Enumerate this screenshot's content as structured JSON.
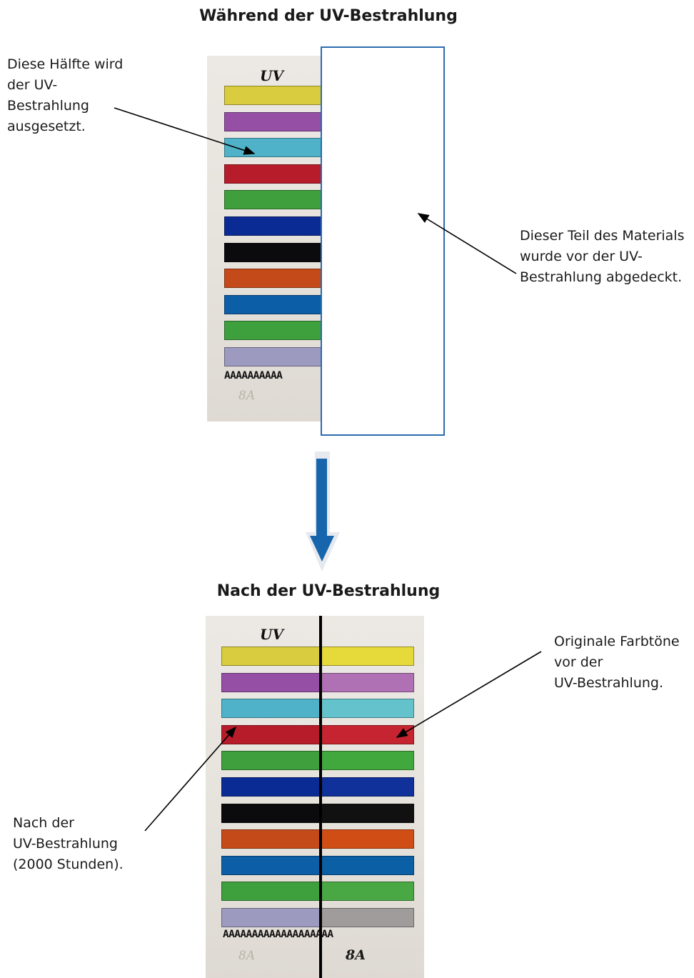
{
  "titles": {
    "top": "Während der UV-Bestrahlung",
    "bottom": "Nach der UV-Bestrahlung"
  },
  "labels": {
    "exposed_half": "Diese Hälfte wird\nder UV-\nBestrahlung\nausgesetzt.",
    "covered_part": "Dieser Teil des Materials\nwurde vor der UV-\nBestrahlung abgedeckt.",
    "original_tones": "Originale Farbtöne\nvor der\nUV-Bestrahlung.",
    "after_exposure": "Nach der\nUV-Bestrahlung\n(2000 Stunden)."
  },
  "sample": {
    "uv_mark": "UV",
    "letter_line_top": "AAAAAAAAAA",
    "letter_line_bottom": "AAAAAAAAAAAAAAAAAAA",
    "code_faded": "8A",
    "code_bold": "8A"
  },
  "swatches": [
    {
      "name": "yellow",
      "exposed": "#d9cc3e",
      "original": "#e6d93a"
    },
    {
      "name": "purple",
      "exposed": "#9550a6",
      "original": "#b070b4"
    },
    {
      "name": "cyan",
      "exposed": "#4fb2c8",
      "original": "#63c2cc"
    },
    {
      "name": "red",
      "exposed": "#b71c2a",
      "original": "#c52430"
    },
    {
      "name": "green",
      "exposed": "#3f9f3c",
      "original": "#41a83d"
    },
    {
      "name": "dark-blue",
      "exposed": "#0b2b94",
      "original": "#10309a"
    },
    {
      "name": "black",
      "exposed": "#0b0b0d",
      "original": "#111111"
    },
    {
      "name": "orange",
      "exposed": "#c54a1a",
      "original": "#d04e16"
    },
    {
      "name": "medium-blue",
      "exposed": "#0c5fa6",
      "original": "#0b5fa4"
    },
    {
      "name": "green-2",
      "exposed": "#3e9f3d",
      "original": "#49a844"
    },
    {
      "name": "lavender",
      "exposed": "#9d9ac0",
      "original": "#a09c9c"
    }
  ],
  "colors": {
    "cover_border": "#2b6cb0",
    "down_arrow": "#1766ad",
    "divider": "#000000"
  }
}
